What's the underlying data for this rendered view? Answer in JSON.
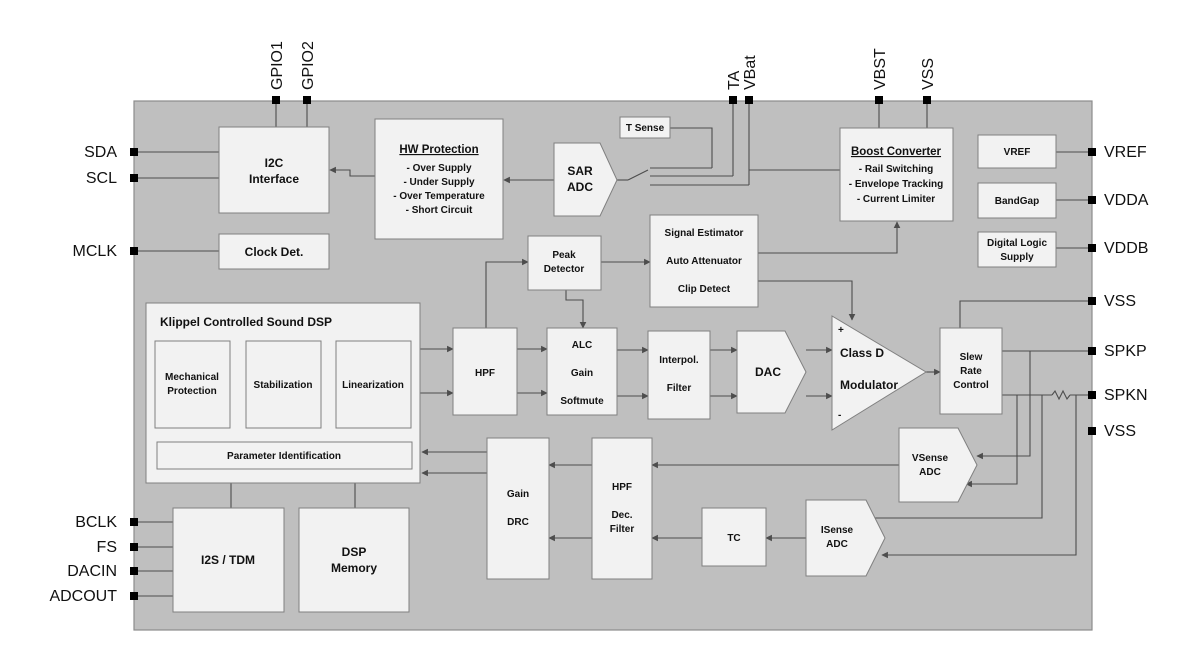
{
  "pins": {
    "left": [
      "SDA",
      "SCL",
      "MCLK",
      "BCLK",
      "FS",
      "DACIN",
      "ADCOUT"
    ],
    "right": [
      "VREF",
      "VDDA",
      "VDDB",
      "VSS",
      "SPKP",
      "SPKN",
      "VSS"
    ],
    "top": [
      "GPIO1",
      "GPIO2",
      "TA",
      "VBat",
      "VBST",
      "VSS"
    ]
  },
  "blocks": {
    "i2c": [
      "I2C",
      "Interface"
    ],
    "clock_det": "Clock Det.",
    "hw_protection": {
      "title": "HW Protection",
      "items": [
        "- Over Supply",
        "- Under Supply",
        "- Over Temperature",
        "- Short Circuit"
      ]
    },
    "t_sense": "T Sense",
    "sar_adc": [
      "SAR",
      "ADC"
    ],
    "boost_converter": {
      "title": "Boost Converter",
      "items": [
        "- Rail Switching",
        "- Envelope Tracking",
        "- Current Limiter"
      ]
    },
    "vref": "VREF",
    "bandgap": "BandGap",
    "digital_logic_supply": [
      "Digital Logic",
      "Supply"
    ],
    "peak_detector": [
      "Peak",
      "Detector"
    ],
    "signal_estimator": [
      "Signal Estimator",
      "Auto Attenuator",
      "Clip Detect"
    ],
    "klippel_dsp": {
      "title": "Klippel Controlled Sound DSP",
      "sub": [
        [
          "Mechanical",
          "Protection"
        ],
        [
          "Stabilization"
        ],
        [
          "Linearization"
        ]
      ],
      "param_id": "Parameter Identification"
    },
    "hpf": "HPF",
    "alc": [
      "ALC",
      "Gain",
      "Softmute"
    ],
    "interpol": [
      "Interpol.",
      "Filter"
    ],
    "dac": "DAC",
    "class_d": {
      "plus": "+",
      "line1": "Class D",
      "line2": "Modulator",
      "minus": "-"
    },
    "slew": [
      "Slew",
      "Rate",
      "Control"
    ],
    "vsense_adc": [
      "VSense",
      "ADC"
    ],
    "isense_adc": [
      "ISense",
      "ADC"
    ],
    "gain_drc": [
      "Gain",
      "DRC"
    ],
    "hpf_dec": [
      "HPF",
      "Dec.",
      "Filter"
    ],
    "tc": "TC",
    "i2s_tdm": "I2S / TDM",
    "dsp_memory": [
      "DSP",
      "Memory"
    ]
  }
}
